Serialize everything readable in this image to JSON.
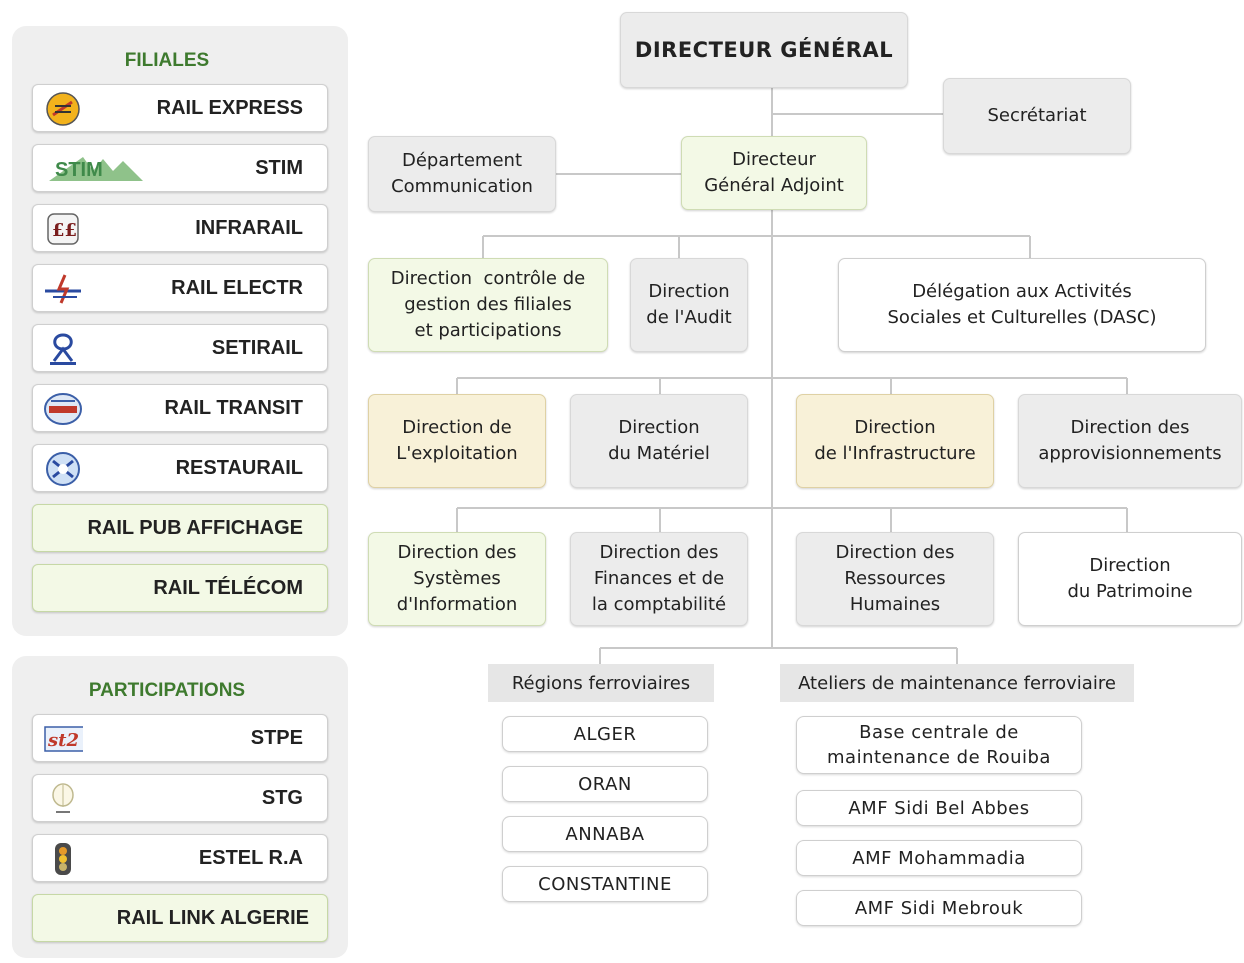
{
  "filiales": {
    "title": "FILIALES",
    "items": [
      {
        "label": "RAIL EXPRESS",
        "logo": "rail-express-logo"
      },
      {
        "label": "STIM",
        "logo": "stim-logo"
      },
      {
        "label": "INFRARAIL",
        "logo": "infrarail-logo"
      },
      {
        "label": "RAIL ELECTR",
        "logo": "rail-electr-logo"
      },
      {
        "label": "SETIRAIL",
        "logo": "setirail-logo"
      },
      {
        "label": "RAIL TRANSIT",
        "logo": "rail-transit-logo"
      },
      {
        "label": "RESTAURAIL",
        "logo": "restaurail-logo"
      },
      {
        "label": "RAIL PUB AFFICHAGE"
      },
      {
        "label": "RAIL TÉLÉCOM"
      }
    ]
  },
  "participations": {
    "title": "PARTICIPATIONS",
    "items": [
      {
        "label": "STPE",
        "logo": "stpe-logo"
      },
      {
        "label": "STG",
        "logo": "stg-logo"
      },
      {
        "label": "ESTEL R.A",
        "logo": "estel-logo"
      },
      {
        "label": "RAIL LINK ALGERIE"
      }
    ]
  },
  "org": {
    "dg": "DIRECTEUR GÉNÉRAL",
    "secretariat": "Secrétariat",
    "dept_comm": [
      "Département",
      "Communication"
    ],
    "dga": [
      "Directeur",
      "Général Adjoint"
    ],
    "dir_controle": [
      "Direction  contrôle de",
      "gestion des filiales",
      "et participations"
    ],
    "dir_audit": [
      "Direction",
      "de l'Audit"
    ],
    "dasc": [
      "Délégation aux Activités",
      "Sociales et Culturelles (DASC)"
    ],
    "dir_exploitation": [
      "Direction de",
      "L'exploitation"
    ],
    "dir_materiel": [
      "Direction",
      "du Matériel"
    ],
    "dir_infra": [
      "Direction",
      "de l'Infrastructure"
    ],
    "dir_appro": [
      "Direction des",
      "approvisionnements"
    ],
    "dir_si": [
      "Direction des",
      "Systèmes",
      "d'Information"
    ],
    "dir_finances": [
      "Direction des",
      "Finances et de",
      "la comptabilité"
    ],
    "dir_rh": [
      "Direction des",
      "Ressources",
      "Humaines"
    ],
    "dir_patrimoine": [
      "Direction",
      "du Patrimoine"
    ]
  },
  "regions": {
    "title": "Régions ferroviaires",
    "items": [
      "ALGER",
      "ORAN",
      "ANNABA",
      "CONSTANTINE"
    ]
  },
  "ateliers": {
    "title": "Ateliers de maintenance ferroviaire",
    "items": [
      [
        "Base centrale de",
        "maintenance de Rouiba"
      ],
      [
        "AMF Sidi Bel Abbes"
      ],
      [
        "AMF Mohammadia"
      ],
      [
        "AMF Sidi Mebrouk"
      ]
    ]
  },
  "colors": {
    "panel_title": "#3e7a2e",
    "line": "#c8c8c8"
  }
}
